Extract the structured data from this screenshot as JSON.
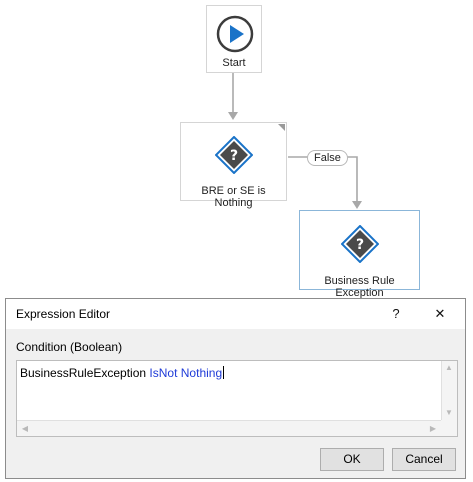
{
  "workflow": {
    "start": {
      "label": "Start",
      "icon": "play-icon"
    },
    "decision": {
      "label": "BRE or SE is Nothing",
      "icon": "question-diamond-icon"
    },
    "branch": {
      "label": "False"
    },
    "exception": {
      "label": "Business Rule Exception",
      "icon": "question-diamond-icon"
    }
  },
  "dialog": {
    "title": "Expression Editor",
    "help_label": "?",
    "close_label": "✕",
    "field_label": "Condition (Boolean)",
    "expression": {
      "identifier": "BusinessRuleException",
      "keyword": "IsNot Nothing"
    },
    "ok_label": "OK",
    "cancel_label": "Cancel"
  },
  "colors": {
    "accent": "#1a73c8",
    "keyword": "#1f3bd8",
    "connector": "#a8a8a8"
  }
}
